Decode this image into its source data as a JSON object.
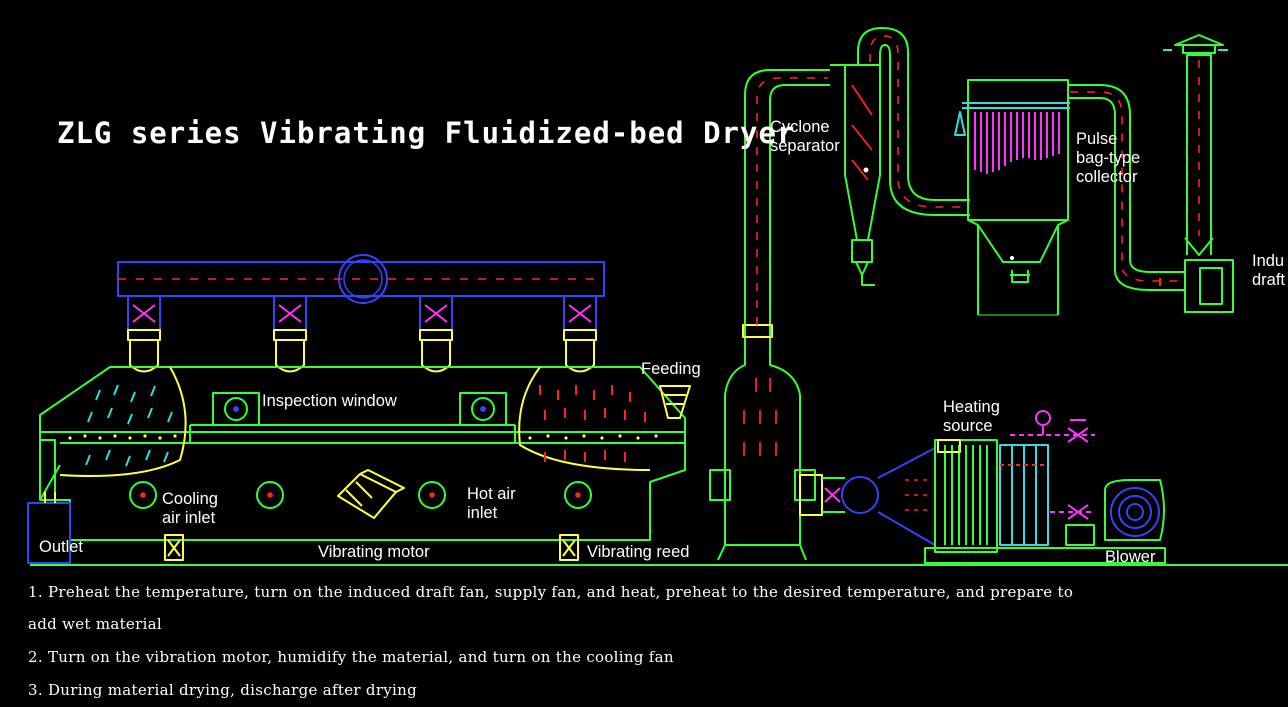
{
  "title": "ZLG series Vibrating Fluidized-bed Dryer",
  "labels": {
    "cyclone_line1": "Cyclone",
    "cyclone_line2": "separator",
    "pulse_line1": "Pulse",
    "pulse_line2": "bag-type",
    "pulse_line3": "collector",
    "induced_line1": "Indu",
    "induced_line2": "draft",
    "feeding": "Feeding",
    "inspection_window": "Inspection window",
    "heating_line1": "Heating",
    "heating_line2": "source",
    "cooling_line1": "Cooling",
    "cooling_line2": "air inlet",
    "hot_air_line1": "Hot air",
    "hot_air_line2": "inlet",
    "outlet": "Outlet",
    "vibrating_motor": "Vibrating motor",
    "vibrating_reed": "Vibrating reed",
    "blower": "Blower"
  },
  "steps": {
    "step1_line1": "1. Preheat the temperature, turn on the induced draft fan, supply fan, and heat, preheat to the desired temperature, and prepare to",
    "step1_line2": "add wet material",
    "step2": "2. Turn on the vibration motor, humidify the material, and turn on the cooling fan",
    "step3": "3. During material drying, discharge after drying"
  },
  "colors": {
    "background": "#000000",
    "line_green": "#33ff33",
    "blue": "#3344ff",
    "red": "#ff2222",
    "yellow": "#ffff44",
    "magenta": "#ff33ff",
    "cyan": "#33dddd",
    "white": "#ffffff"
  }
}
